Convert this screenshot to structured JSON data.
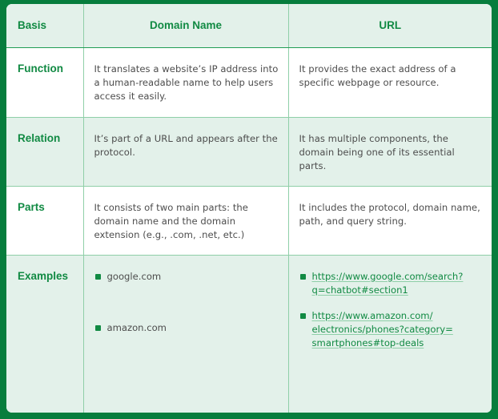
{
  "colors": {
    "frame": "#077d3d",
    "header_bg": "#e3f1ea",
    "accent_text": "#118a43",
    "body_text": "#4d4d4d",
    "grid_line": "#8fcfa8"
  },
  "table": {
    "headers": {
      "basis": "Basis",
      "domain_name": "Domain Name",
      "url": "URL"
    },
    "rows": [
      {
        "basis": "Function",
        "domain_name": "It translates a website’s IP address into a human-readable name to help users access it easily.",
        "url": "It provides the exact address of a specific webpage or resource."
      },
      {
        "basis": "Relation",
        "domain_name": "It’s part of a URL and appears after the protocol.",
        "url": "It has multiple components, the domain being one of its essential parts."
      },
      {
        "basis": "Parts",
        "domain_name": "It consists of two main parts: the domain name and the domain extension (e.g., .com, .net, etc.)",
        "url": "It includes the protocol, domain name, path, and query string."
      }
    ],
    "examples": {
      "basis": "Examples",
      "domain_names": [
        "google.com",
        "amazon.com"
      ],
      "urls": [
        "https://www.google.com/search?\nq=chatbot#section1",
        "https://www.amazon.com/\nelectronics/phones?category=\nsmartphones#top-deals"
      ]
    }
  }
}
